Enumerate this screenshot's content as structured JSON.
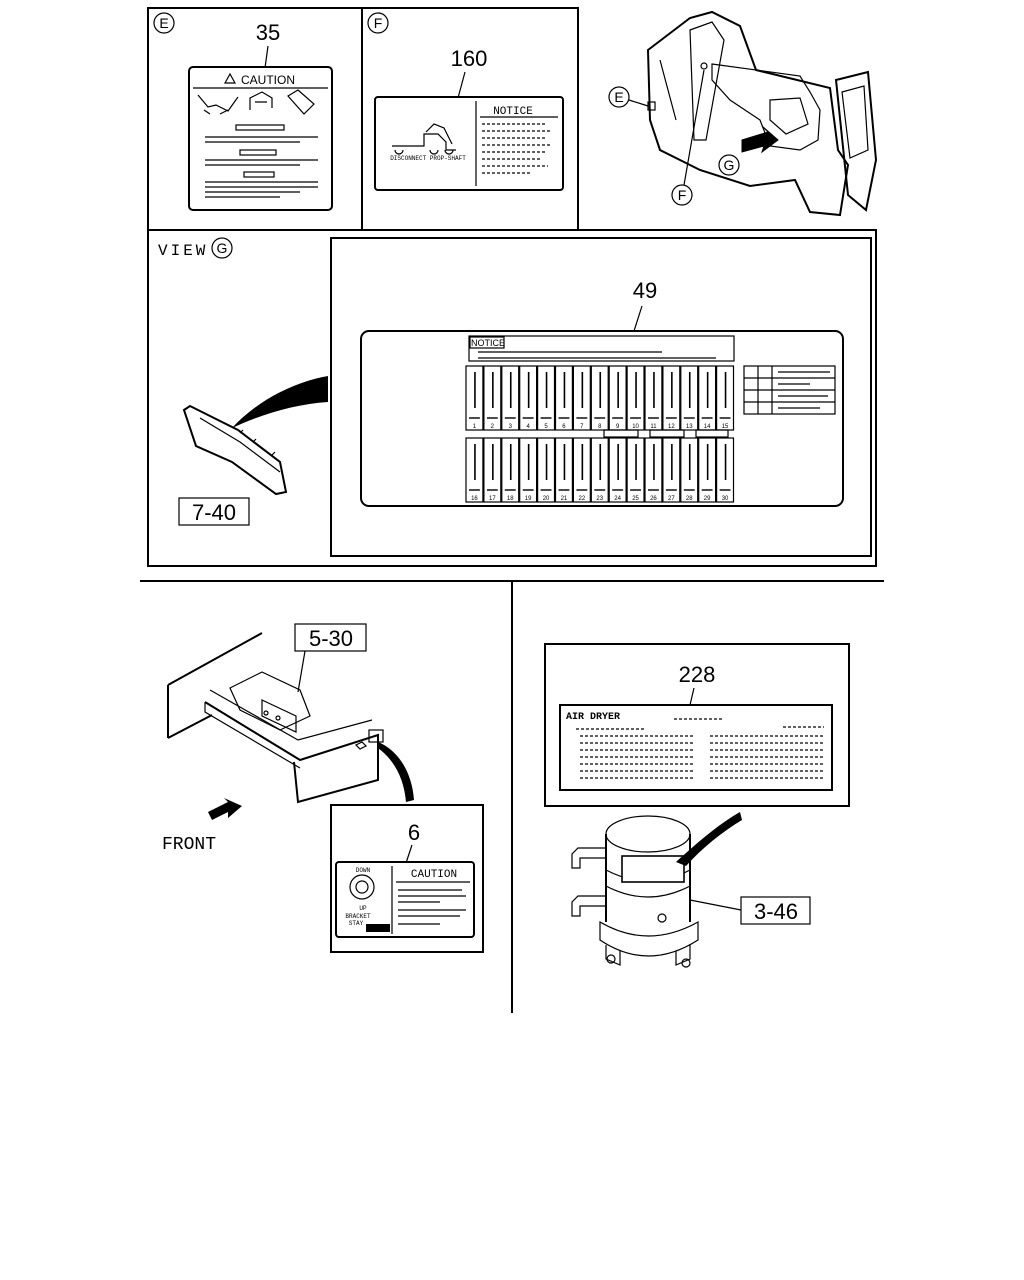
{
  "view_e": {
    "circle_label": "E",
    "part_number": "35",
    "label_heading": "CAUTION"
  },
  "view_f": {
    "circle_label": "F",
    "part_number": "160",
    "label_heading": "NOTICE",
    "caption": "DISCONNECT PROP-SHAFT"
  },
  "cab_view": {
    "marker_e": "E",
    "marker_f": "F",
    "marker_g": "G"
  },
  "view_g": {
    "title": "VIEW",
    "circle_label": "G",
    "panel_ref": "7-40",
    "part_number": "49",
    "label_heading": "NOTICE",
    "fuse_numbers_top": [
      "1",
      "2",
      "3",
      "4",
      "5",
      "6",
      "7",
      "8",
      "9",
      "10",
      "11",
      "12",
      "13",
      "14",
      "15"
    ],
    "fuse_numbers_bottom": [
      "16",
      "17",
      "18",
      "19",
      "20",
      "21",
      "22",
      "23",
      "24",
      "25",
      "26",
      "27",
      "28",
      "29",
      "30"
    ]
  },
  "frame_view": {
    "frame_ref": "5-30",
    "direction_label": "FRONT",
    "part_number": "6",
    "label_heading": "CAUTION",
    "label_down": "DOWN",
    "label_up": "UP",
    "label_bracket": "BRACKET",
    "label_stay": "STAY"
  },
  "air_dryer_view": {
    "part_number": "228",
    "label_heading": "AIR DRYER",
    "dryer_ref": "3-46"
  }
}
